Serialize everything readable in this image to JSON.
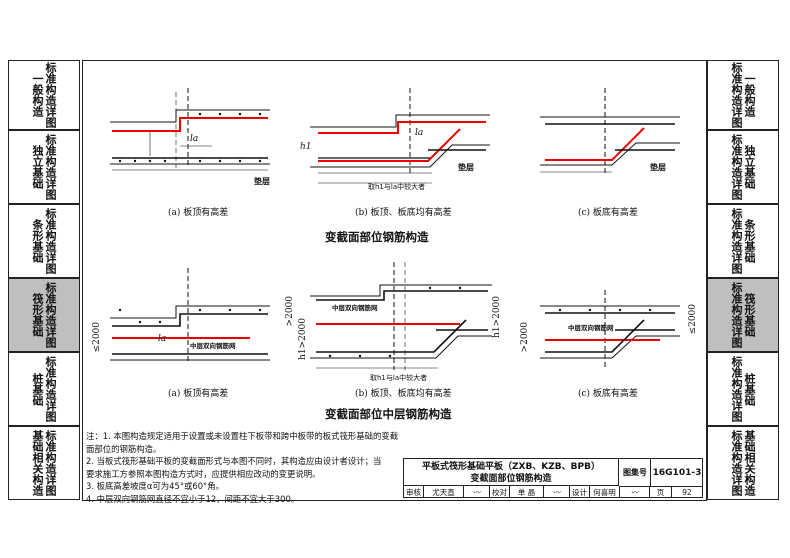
{
  "left_tabs": [
    {
      "label": "一般构造",
      "sub": "标准构造详图",
      "active": false
    },
    {
      "label": "独立基础",
      "sub": "标准构造详图",
      "active": false
    },
    {
      "label": "条形基础",
      "sub": "标准构造详图",
      "active": false
    },
    {
      "label": "筏形基础",
      "sub": "标准构造详图",
      "active": true
    },
    {
      "label": "桩基础",
      "sub": "标准构造详图",
      "active": false
    },
    {
      "label": "基础相关构造",
      "sub": "标准构造详图",
      "active": false
    }
  ],
  "right_tabs": [
    {
      "label": "一般构造",
      "sub": "标准构造详图",
      "active": false
    },
    {
      "label": "独立基础",
      "sub": "标准构造详图",
      "active": false
    },
    {
      "label": "条形基础",
      "sub": "标准构造详图",
      "active": false
    },
    {
      "label": "筏形基础",
      "sub": "标准构造详图",
      "active": true
    },
    {
      "label": "桩基础",
      "sub": "标准构造详图",
      "active": false
    },
    {
      "label": "基础相关构造",
      "sub": "标准构造详图",
      "active": false
    }
  ],
  "section1": {
    "title": "变截面部位钢筋构造",
    "captions": [
      "(a) 板顶有高差",
      "(b) 板顶、板底均有高差",
      "(c) 板底有高差"
    ],
    "labels": {
      "la": "la",
      "h1": "h1",
      "cushion": "垫层",
      "take_max": "取h1与la中较大者"
    }
  },
  "section2": {
    "title": "变截面部位中层钢筋构造",
    "captions": [
      "(a) 板顶有高差",
      "(b) 板顶、板底均有高差",
      "(c) 板底有高差"
    ],
    "labels": {
      "mid_mesh": "中层双向钢筋网",
      "le2000": "≤2000",
      "gt2000": ">2000",
      "h1gt2000": "h1>2000",
      "take_max": "取h1与la中较大者"
    }
  },
  "notes": [
    "注：1. 本图构造规定适用于设置或未设置柱下板带和跨中板带的板式筏形基础的变截",
    "     面部位的钢筋构造。",
    "   2. 当板式筏形基础平板的变截面形式与本图不同时，其构造应由设计者设计；当",
    "     要求施工方参照本图构造方式时，应提供相应改动的变更说明。",
    "   3. 板底高差坡度α可为45°或60°角。",
    "   4. 中层双向钢筋网直径不宜小于12，间距不宜大于300。"
  ],
  "title_block": {
    "title_line1": "平板式筏形基础平板（ZXB、KZB、BPB）",
    "title_line2": "变截面部位钢筋构造",
    "atlas_label": "图集号",
    "atlas_no": "16G101-3",
    "review": "审核",
    "reviewer": "尤天直",
    "check": "校对",
    "checker": "单  晶",
    "design": "设计",
    "designer": "何喜明",
    "page_label": "页",
    "page_no": "92"
  }
}
